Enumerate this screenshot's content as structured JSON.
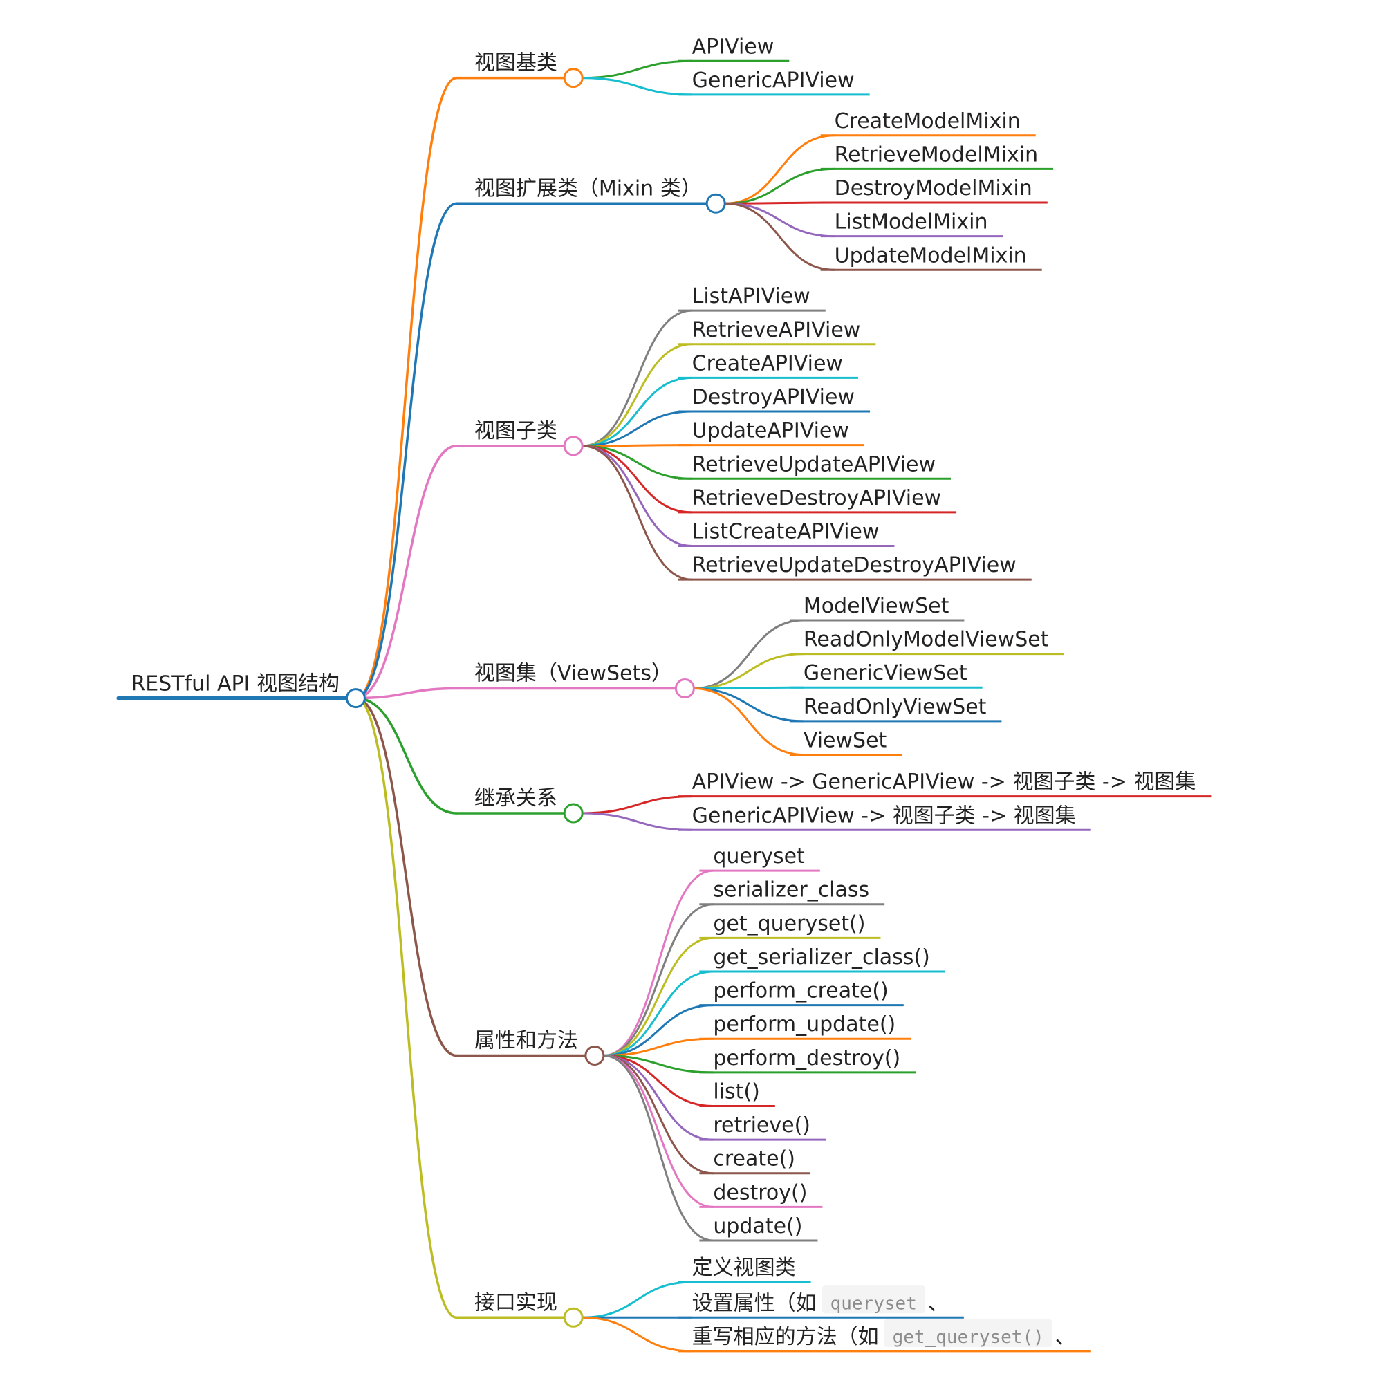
{
  "root": {
    "label": "RESTful API 视图结构",
    "color": "#1f77b4"
  },
  "branches": [
    {
      "label": "视图基类",
      "color": "#ff7f0e",
      "children": [
        {
          "label": "APIView",
          "color": "#2ca02c"
        },
        {
          "label": "GenericAPIView",
          "color": "#17becf"
        }
      ]
    },
    {
      "label": "视图扩展类（Mixin 类）",
      "color": "#1f77b4",
      "children": [
        {
          "label": "CreateModelMixin",
          "color": "#ff7f0e"
        },
        {
          "label": "RetrieveModelMixin",
          "color": "#2ca02c"
        },
        {
          "label": "DestroyModelMixin",
          "color": "#d62728"
        },
        {
          "label": "ListModelMixin",
          "color": "#9467bd"
        },
        {
          "label": "UpdateModelMixin",
          "color": "#8c564b"
        }
      ]
    },
    {
      "label": "视图子类",
      "color": "#e377c2",
      "children": [
        {
          "label": "ListAPIView",
          "color": "#7f7f7f"
        },
        {
          "label": "RetrieveAPIView",
          "color": "#bcbd22"
        },
        {
          "label": "CreateAPIView",
          "color": "#17becf"
        },
        {
          "label": "DestroyAPIView",
          "color": "#1f77b4"
        },
        {
          "label": "UpdateAPIView",
          "color": "#ff7f0e"
        },
        {
          "label": "RetrieveUpdateAPIView",
          "color": "#2ca02c"
        },
        {
          "label": "RetrieveDestroyAPIView",
          "color": "#d62728"
        },
        {
          "label": "ListCreateAPIView",
          "color": "#9467bd"
        },
        {
          "label": "RetrieveUpdateDestroyAPIView",
          "color": "#8c564b"
        }
      ]
    },
    {
      "label": "视图集（ViewSets）",
      "color": "#e377c2",
      "children": [
        {
          "label": "ModelViewSet",
          "color": "#7f7f7f"
        },
        {
          "label": "ReadOnlyModelViewSet",
          "color": "#bcbd22"
        },
        {
          "label": "GenericViewSet",
          "color": "#17becf"
        },
        {
          "label": "ReadOnlyViewSet",
          "color": "#1f77b4"
        },
        {
          "label": "ViewSet",
          "color": "#ff7f0e"
        }
      ]
    },
    {
      "label": "继承关系",
      "color": "#2ca02c",
      "children": [
        {
          "label": "APIView -> GenericAPIView -> 视图子类 -> 视图集",
          "color": "#d62728"
        },
        {
          "label": "GenericAPIView -> 视图子类 -> 视图集",
          "color": "#9467bd"
        }
      ]
    },
    {
      "label": "属性和方法",
      "color": "#8c564b",
      "children": [
        {
          "label": "queryset",
          "color": "#e377c2"
        },
        {
          "label": "serializer_class",
          "color": "#7f7f7f"
        },
        {
          "label": "get_queryset()",
          "color": "#bcbd22"
        },
        {
          "label": "get_serializer_class()",
          "color": "#17becf"
        },
        {
          "label": "perform_create()",
          "color": "#1f77b4"
        },
        {
          "label": "perform_update()",
          "color": "#ff7f0e"
        },
        {
          "label": "perform_destroy()",
          "color": "#2ca02c"
        },
        {
          "label": "list()",
          "color": "#d62728"
        },
        {
          "label": "retrieve()",
          "color": "#9467bd"
        },
        {
          "label": "create()",
          "color": "#8c564b"
        },
        {
          "label": "destroy()",
          "color": "#e377c2"
        },
        {
          "label": "update()",
          "color": "#7f7f7f"
        }
      ]
    },
    {
      "label": "接口实现",
      "color": "#bcbd22",
      "children": [
        {
          "label": "定义视图类",
          "color": "#17becf"
        },
        {
          "label": "设置属性（如",
          "code": "queryset",
          "suffix": "、",
          "color": "#1f77b4"
        },
        {
          "label": "重写相应的方法（如",
          "code": "get_queryset()",
          "suffix": "、",
          "color": "#ff7f0e"
        }
      ]
    }
  ]
}
